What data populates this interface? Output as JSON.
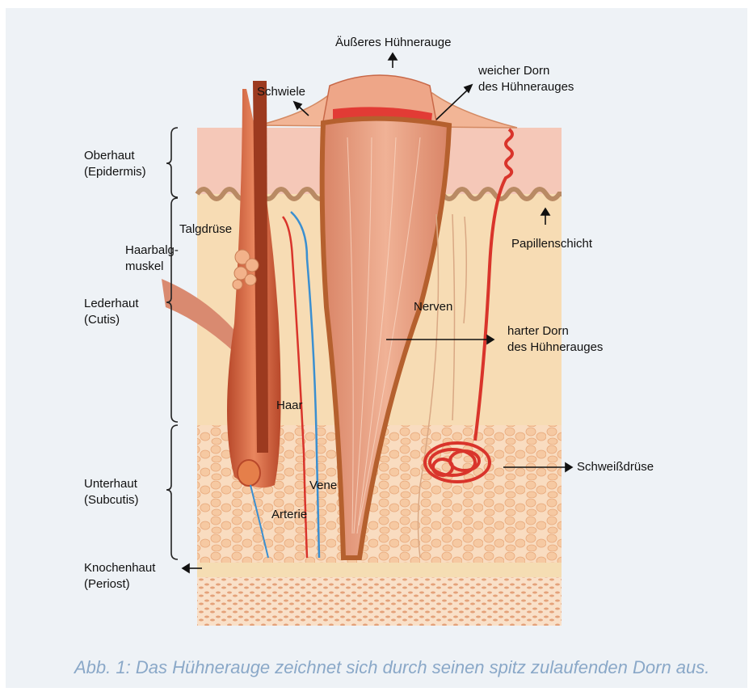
{
  "labels": {
    "aeusseres": "Äußeres Hühnerauge",
    "weicher": "weicher Dorn\ndes Hühnerauges",
    "schwiele": "Schwiele",
    "oberhaut": "Oberhaut\n(Epidermis)",
    "talgdruese": "Talgdrüse",
    "haarbalg": "Haarbalg-\nmuskel",
    "papillen": "Papillenschicht",
    "lederhaut": "Lederhaut\n(Cutis)",
    "nerven": "Nerven",
    "harter": "harter Dorn\ndes Hühnerauges",
    "haar": "Haar",
    "schweiss": "Schweißdrüse",
    "unterhaut": "Unterhaut\n(Subcutis)",
    "vene": "Vene",
    "arterie": "Arterie",
    "knochenhaut": "Knochenhaut\n(Periost)"
  },
  "caption": "Abb. 1: Das Hühnerauge zeichnet sich durch seinen spitz zulaufenden Dorn aus.",
  "colors": {
    "background": "#eef2f6",
    "epidermis": "#f5c8b8",
    "dermis": "#f7dcb4",
    "subcutis_cell": "#f6c9a2",
    "corn": "#e69a7c",
    "corn_outline": "#b5602e",
    "artery": "#d9342b",
    "vein": "#3b8fd0",
    "caption": "#8aa8c8"
  }
}
